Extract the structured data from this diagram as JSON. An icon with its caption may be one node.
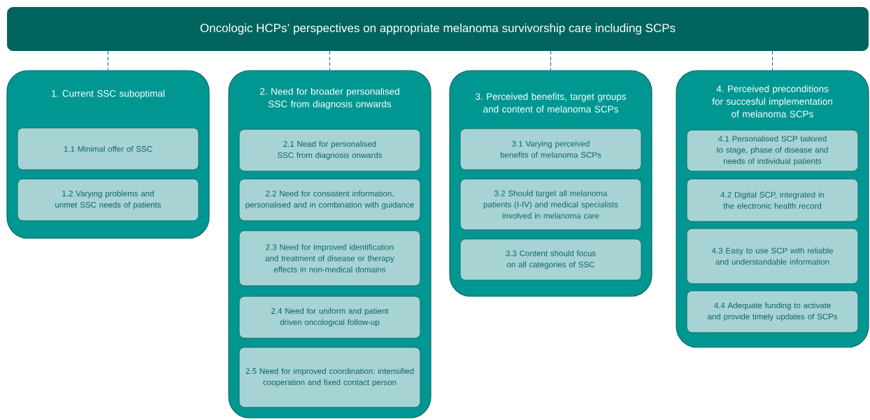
{
  "diagram": {
    "nodes": [
      {
        "text": [
          "Oncologic HCPs’ perspectives on appropriate melanoma survivorship care including SCPs"
        ]
      },
      {
        "text": [
          "1. Current SSC suboptimal"
        ]
      },
      {
        "text": [
          "1.1 Minimal offer of SSC"
        ],
        "in": 1
      },
      {
        "text": [
          "1.2 Varying problems and unmet SSC needs of patients"
        ],
        "in": 1
      },
      {
        "text": [
          "2. Need for broader personalised  SSC from diagnosis onwards"
        ]
      },
      {
        "text": [
          "2.1 Nead for personalised SSC from diagnosis onwards"
        ],
        "in": 4
      },
      {
        "text": [
          "2.2 Need for consistent information, personalised and in combination with guidance"
        ],
        "in": 4
      },
      {
        "text": [
          "2.3 Need for improved identification and treatment of disease or therapy effects in non-medical domains"
        ],
        "in": 4
      },
      {
        "text": [
          "2.4 Need for uniform and patient driven oncological follow-up"
        ],
        "in": 4
      },
      {
        "text": [
          "2.5 Need for improved coordination: intensified cooperation and fixed contact person"
        ],
        "in": 4
      },
      {
        "text": [
          "3. Perceived benefits, target groups and content of melanoma SCPs"
        ]
      },
      {
        "text": [
          "3.1 Varying perceived benefits of melanoma SCPs"
        ],
        "in": 10
      },
      {
        "text": [
          "3.2 Should target all melanoma patients (I-IV) and medical specialists involved in melanoma care"
        ],
        "in": 10
      },
      {
        "text": [
          "3.3 Content should focus on all categories of SSC"
        ],
        "in": 10
      },
      {
        "text": [
          "4. Perceived preconditions for succesful implementation of melanoma SCPs"
        ]
      },
      {
        "text": [
          "4.1 Personalised SCP tailored to stage, phase of disease and needs of individual patients"
        ],
        "in": 14
      },
      {
        "text": [
          "4.2 Digital SCP, integrated in the electronic health record"
        ],
        "in": 14
      },
      {
        "text": [
          "4.3 Easy to use SCP with reliable and understandable information"
        ],
        "in": 14
      },
      {
        "text": [
          "4.4 Adequate funding to activate and provide timely updates of SCPs"
        ],
        "in": 14
      }
    ],
    "edges": [
      {
        "from": 0,
        "to": 1,
        "arrow": "none",
        "style": "dashed"
      },
      {
        "from": 0,
        "to": 4,
        "arrow": "none",
        "style": "dashed"
      },
      {
        "from": 0,
        "to": 10,
        "arrow": "none",
        "style": "dashed"
      },
      {
        "from": 0,
        "to": 14,
        "arrow": "none",
        "style": "dashed"
      }
    ]
  }
}
